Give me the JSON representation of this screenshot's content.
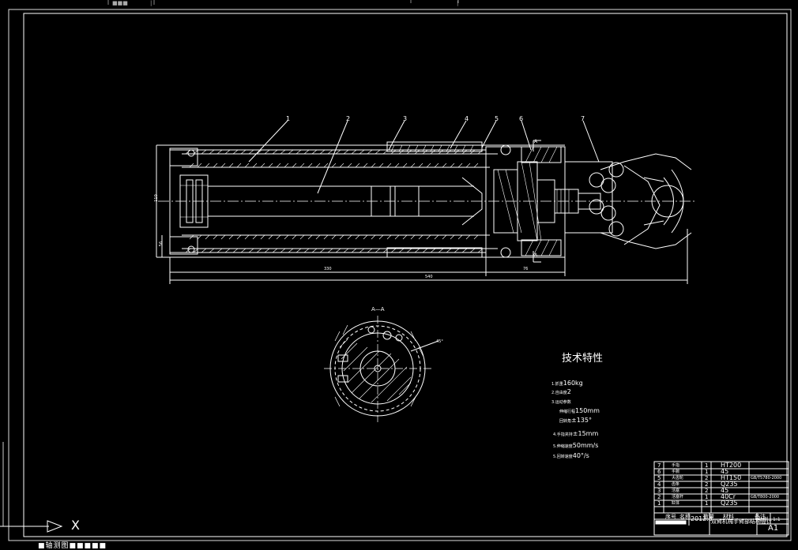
{
  "drawing": {
    "section_label": "A—A",
    "section_mark": "A",
    "balloons": [
      "1",
      "2",
      "3",
      "4",
      "5",
      "6",
      "7"
    ],
    "dims": {
      "left_height": "110",
      "left_small": "56",
      "length_left": "330",
      "length_mid": "76",
      "total": "540"
    },
    "angle_label": "45°"
  },
  "tech": {
    "title": "技术特性",
    "items": [
      {
        "label": "1.抓重",
        "value": "160kg"
      },
      {
        "label": "2.自由度",
        "value": "2"
      },
      {
        "label": "3.运动参数",
        "value": ""
      },
      {
        "label": "伸缩行程",
        "value": "150mm"
      },
      {
        "label": "回转角",
        "value": "±135°"
      },
      {
        "label": "4.手指夹持",
        "value": "±15mm"
      },
      {
        "label": "5.伸缩速度",
        "value": "50mm/s"
      },
      {
        "label": "5.回转速度",
        "value": "40°/s"
      }
    ]
  },
  "bom": {
    "rows": [
      {
        "no": "7",
        "name": "手指",
        "qty": "1",
        "material": "HT200",
        "std": ""
      },
      {
        "no": "6",
        "name": "手腕",
        "qty": "1",
        "material": "45",
        "std": ""
      },
      {
        "no": "5",
        "name": "大齿轮",
        "qty": "2",
        "material": "HT150",
        "std": "GB/T5780-2000"
      },
      {
        "no": "4",
        "name": "齿条",
        "qty": "2",
        "material": "Q235",
        "std": ""
      },
      {
        "no": "3",
        "name": "活塞",
        "qty": "2",
        "material": "45",
        "std": ""
      },
      {
        "no": "2",
        "name": "活塞杆",
        "qty": "1",
        "material": "40Cr",
        "std": "GB/T800-2000"
      },
      {
        "no": "1",
        "name": "缸体",
        "qty": "1",
        "material": "Q235",
        "std": ""
      }
    ],
    "header": {
      "no": "序号",
      "name": "名称",
      "qty": "数量",
      "material": "材料",
      "std": "备注"
    },
    "date": "2012.5",
    "title": "双臂机械手臂部结构设计",
    "scale_label": "比例",
    "scale": "1:1",
    "size": "A1"
  },
  "ui": {
    "axis_x": "X",
    "bottom_text": "■轴测图■■■■■",
    "top_marks": [
      "■■■",
      "|",
      "|"
    ]
  }
}
